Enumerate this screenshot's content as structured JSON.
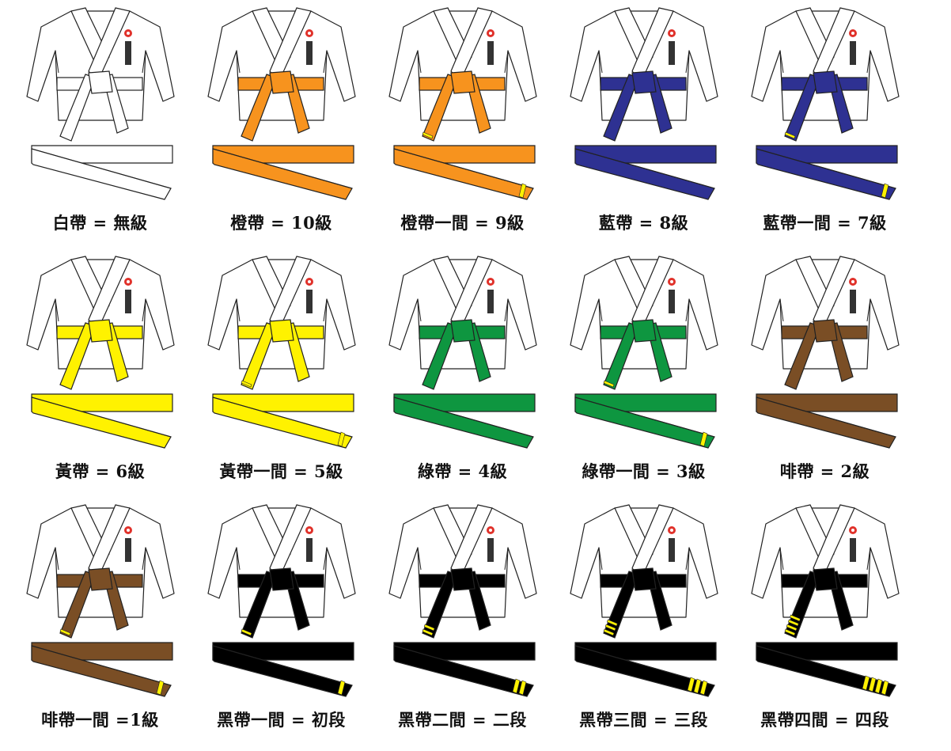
{
  "colors": {
    "white": "#ffffff",
    "orange": "#f7931e",
    "blue": "#2e3192",
    "yellow": "#fff200",
    "green": "#0e9640",
    "brown": "#7a4e25",
    "black": "#000000",
    "stripe": "#fff200",
    "outline": "#222222",
    "logo_red": "#e0312a"
  },
  "ranks": [
    {
      "label": "白帶 = 無級",
      "belt": "white",
      "stripes": 0
    },
    {
      "label": "橙帶 = 10級",
      "belt": "orange",
      "stripes": 0
    },
    {
      "label": "橙帶一間 = 9級",
      "belt": "orange",
      "stripes": 1
    },
    {
      "label": "藍帶 = 8級",
      "belt": "blue",
      "stripes": 0
    },
    {
      "label": "藍帶一間 = 7級",
      "belt": "blue",
      "stripes": 1
    },
    {
      "label": "黃帶 = 6級",
      "belt": "yellow",
      "stripes": 0
    },
    {
      "label": "黃帶一間 = 5級",
      "belt": "yellow",
      "stripes": 1
    },
    {
      "label": "綠帶 = 4級",
      "belt": "green",
      "stripes": 0
    },
    {
      "label": "綠帶一間 = 3級",
      "belt": "green",
      "stripes": 1
    },
    {
      "label": "啡帶 = 2級",
      "belt": "brown",
      "stripes": 0
    },
    {
      "label": "啡帶一間 =1級",
      "belt": "brown",
      "stripes": 1
    },
    {
      "label": "黑帶一間 = 初段",
      "belt": "black",
      "stripes": 1
    },
    {
      "label": "黑帶二間 = 二段",
      "belt": "black",
      "stripes": 2
    },
    {
      "label": "黑帶三間 = 三段",
      "belt": "black",
      "stripes": 3
    },
    {
      "label": "黑帶四間 = 四段",
      "belt": "black",
      "stripes": 4
    }
  ]
}
